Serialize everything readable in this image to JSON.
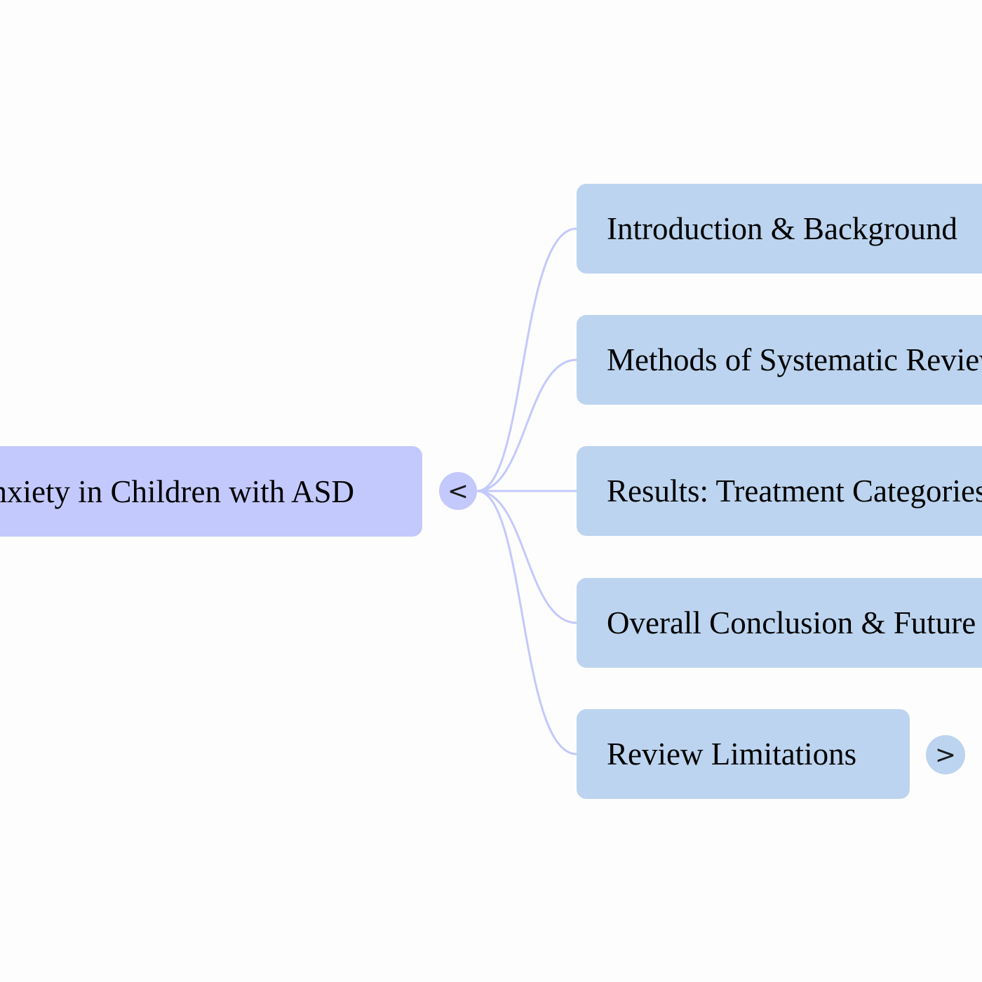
{
  "mindmap": {
    "root": {
      "label": "Anxiety in Children with ASD",
      "collapse_symbol": "<",
      "color": "#c3c9fd"
    },
    "children": [
      {
        "label": "Introduction & Background"
      },
      {
        "label": "Methods of Systematic Review"
      },
      {
        "label": "Results: Treatment Categories"
      },
      {
        "label": "Overall Conclusion & Future Directions"
      },
      {
        "label": "Review Limitations",
        "expand_symbol": ">"
      }
    ],
    "child_color": "#bcd4ef",
    "link_color": "#c3c9fd",
    "background_color": "#fdfdfd"
  }
}
